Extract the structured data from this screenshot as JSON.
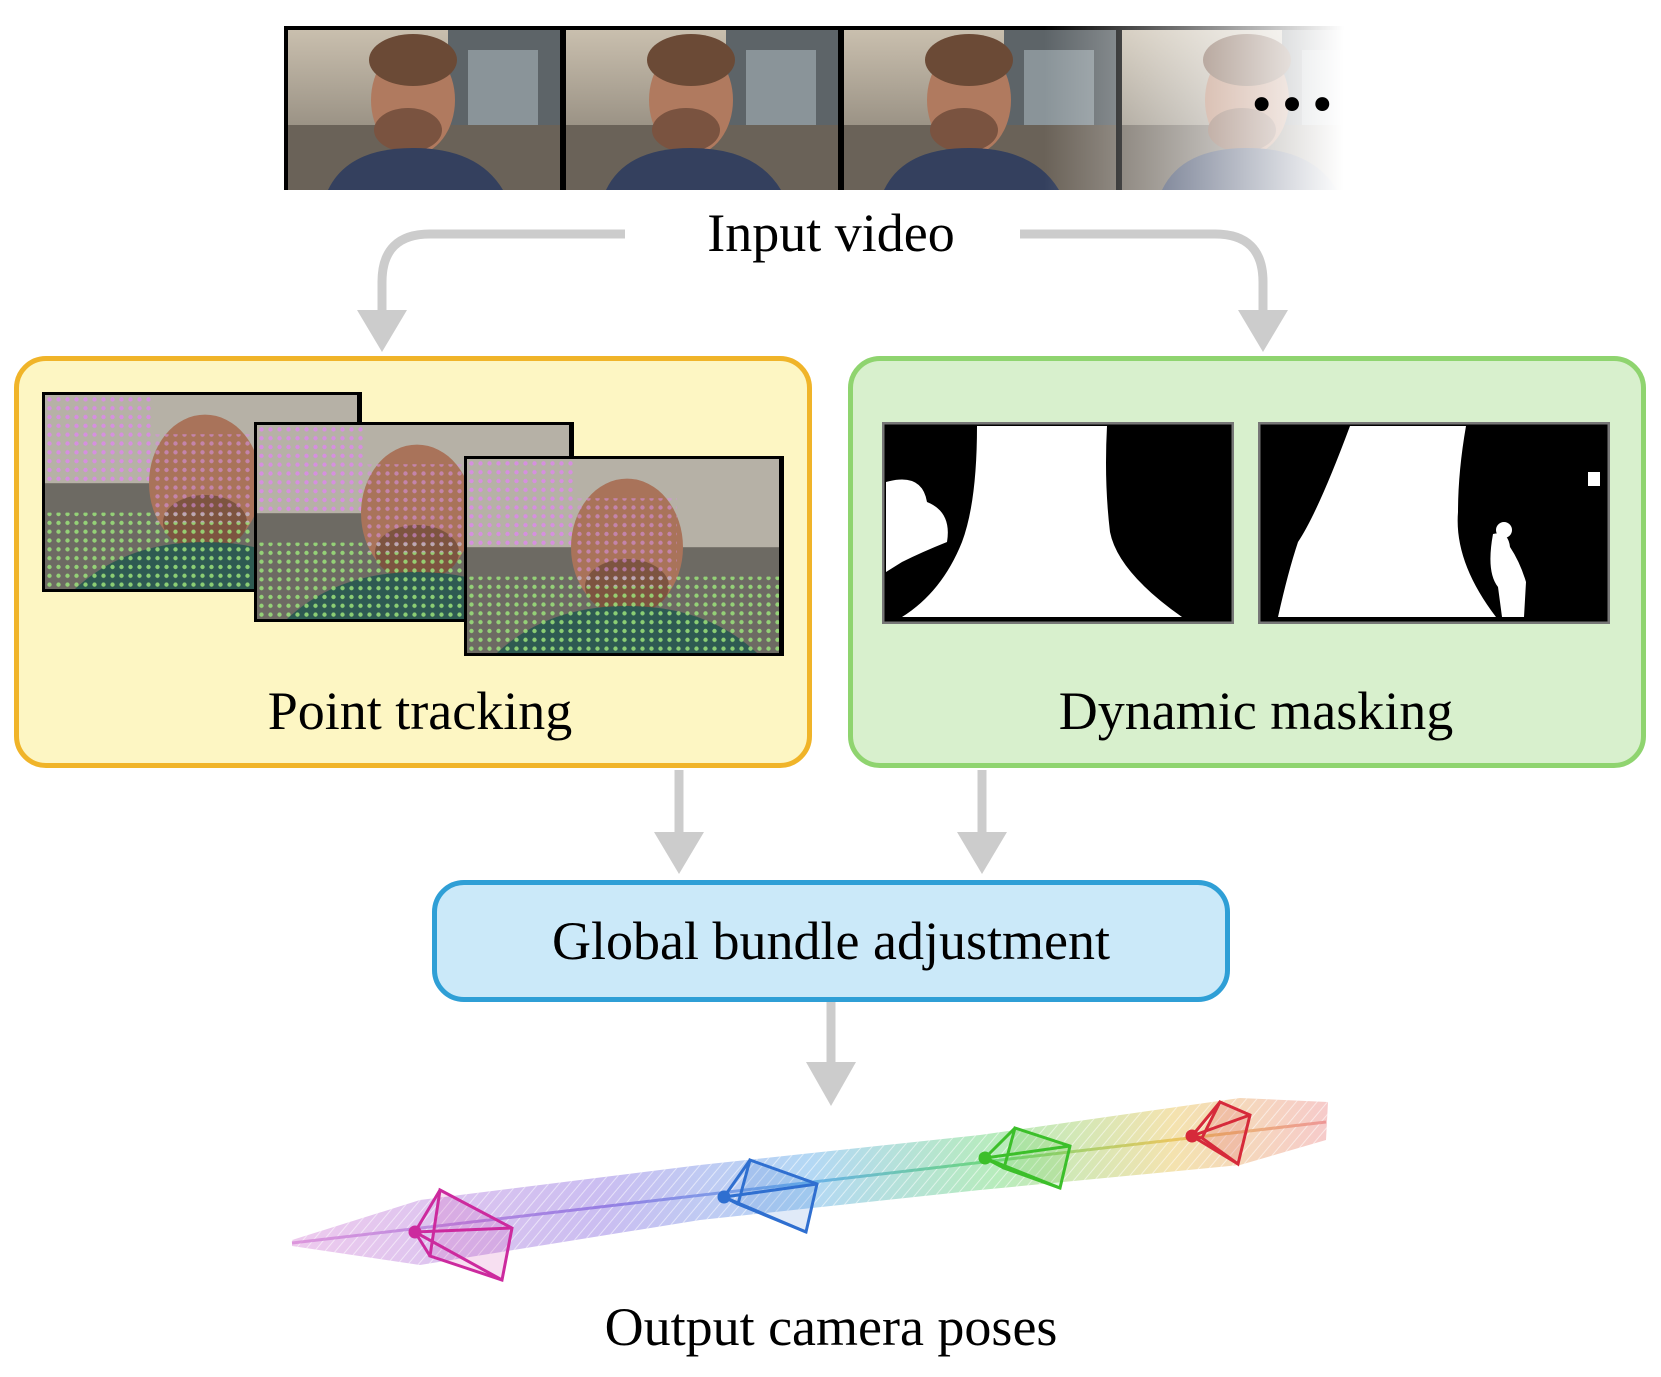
{
  "input": {
    "label": "Input video",
    "ellipsis": "•••",
    "frames": [
      {
        "name": "video-frame-1"
      },
      {
        "name": "video-frame-2"
      },
      {
        "name": "video-frame-3"
      },
      {
        "name": "video-frame-4"
      }
    ]
  },
  "point_tracking": {
    "label": "Point tracking",
    "box_color": "#f0b429",
    "fill_color": "#fdf6c3"
  },
  "dynamic_masking": {
    "label": "Dynamic masking",
    "box_color": "#8fd46f",
    "fill_color": "#d8f0cd"
  },
  "bundle_adjustment": {
    "label": "Global bundle adjustment",
    "box_color": "#2f9fd6",
    "fill_color": "#cbe9f9"
  },
  "output": {
    "label": "Output camera poses",
    "camera_colors": [
      "#cc2a9e",
      "#2f6fd0",
      "#3cbf2a",
      "#d62a3a"
    ]
  },
  "arrow_color": "#cccccc"
}
